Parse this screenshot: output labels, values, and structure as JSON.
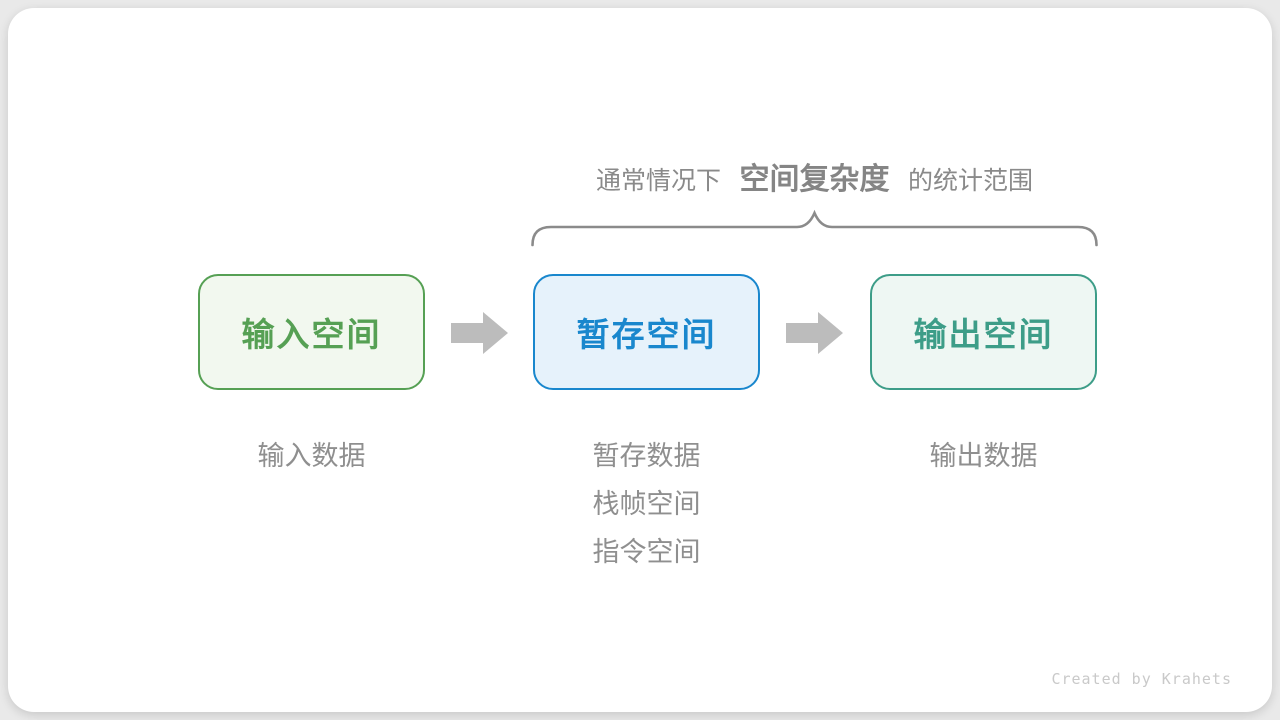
{
  "title": {
    "prefix": "通常情况下",
    "highlight": "空间复杂度",
    "suffix": "的统计范围"
  },
  "boxes": [
    {
      "key": "input-space",
      "label": "输入空间",
      "border_color": "#56a054",
      "text_color": "#56a054",
      "bg_color": "#f2f8ef"
    },
    {
      "key": "temp-space",
      "label": "暂存空间",
      "border_color": "#1987cd",
      "text_color": "#1987cd",
      "bg_color": "#e6f2fb"
    },
    {
      "key": "output-space",
      "label": "输出空间",
      "border_color": "#3d9d88",
      "text_color": "#3d9d88",
      "bg_color": "#eef7f3"
    }
  ],
  "captions": {
    "input": {
      "line1": "输入数据"
    },
    "temp": {
      "line1": "暂存数据",
      "line2": "栈帧空间",
      "line3": "指令空间"
    },
    "output": {
      "line1": "输出数据"
    }
  },
  "footer": {
    "credit": "Created by Krahets"
  },
  "colors": {
    "page_bg": "#e9e9e9",
    "card_bg": "#ffffff",
    "title_text": "#8a8a8a",
    "brace_stroke": "#8b8b8b",
    "arrow_fill": "#bcbcbc",
    "caption_text": "#8f8f8f",
    "credit_text": "#c9c9c9"
  }
}
